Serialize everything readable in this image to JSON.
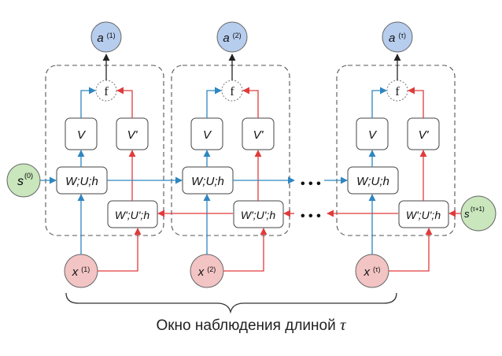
{
  "diagram": {
    "caption": "Окно наблюдения длиной",
    "caption_symbol": "τ",
    "initial_state": {
      "base": "s",
      "sup": "(0)"
    },
    "final_state": {
      "base": "s",
      "sup": "(τ+1)"
    },
    "ellipsis": "• • •",
    "blocks": [
      {
        "output": {
          "base": "a",
          "sup": "(1)"
        },
        "combine": "f",
        "v": "V",
        "v_prime": "V'",
        "forward": "W;U;h",
        "backward": "W';U';h",
        "input": {
          "base": "x",
          "sup": "(1)"
        }
      },
      {
        "output": {
          "base": "a",
          "sup": "(2)"
        },
        "combine": "f",
        "v": "V",
        "v_prime": "V'",
        "forward": "W;U;h",
        "backward": "W';U';h",
        "input": {
          "base": "x",
          "sup": "(2)"
        }
      },
      {
        "output": {
          "base": "a",
          "sup": "(τ)"
        },
        "combine": "f",
        "v": "V",
        "v_prime": "V'",
        "forward": "W;U;h",
        "backward": "W';U';h",
        "input": {
          "base": "x",
          "sup": "(τ)"
        }
      }
    ],
    "colors": {
      "forward_arrow": "#2e86c1",
      "backward_arrow": "#e03b3b",
      "output_fill": "#b7cdee",
      "input_fill": "#f3c4c4",
      "state_fill": "#c9e6bd",
      "box_stroke": "#444444",
      "frame_stroke": "#555555"
    }
  }
}
